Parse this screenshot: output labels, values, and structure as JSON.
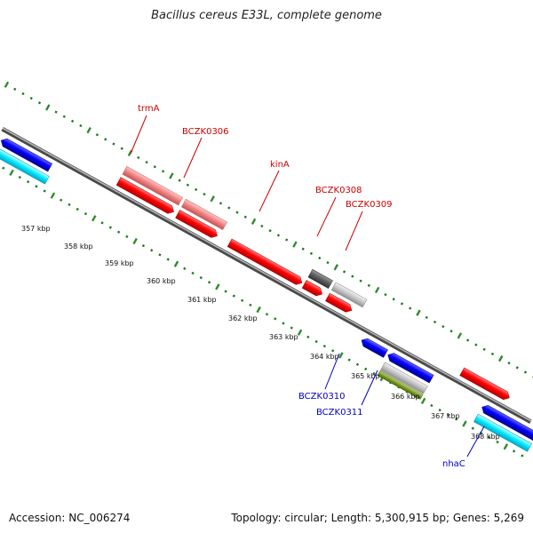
{
  "title": "Bacillus cereus E33L, complete genome",
  "footer": {
    "accession": "Accession: NC_006274",
    "stats": "Topology: circular; Length: 5,300,915 bp; Genes: 5,269"
  },
  "colors": {
    "backbone": "#888888",
    "ruler_major": "#2e8b2e",
    "ruler_minor": "#1a7a1a",
    "label_forward": "#cc0000",
    "label_reverse": "#0000bb"
  },
  "ruler_labels": [
    "357 kbp",
    "358 kbp",
    "359 kbp",
    "360 kbp",
    "361 kbp",
    "362 kbp",
    "363 kbp",
    "364 kbp",
    "365 kbp",
    "366 kbp",
    "367 kbp",
    "368 kbp"
  ],
  "gene_labels": [
    "trmA",
    "BCZK0306",
    "kinA",
    "BCZK0308",
    "BCZK0309",
    "BCZK0310",
    "BCZK0311",
    "nhaC"
  ]
}
